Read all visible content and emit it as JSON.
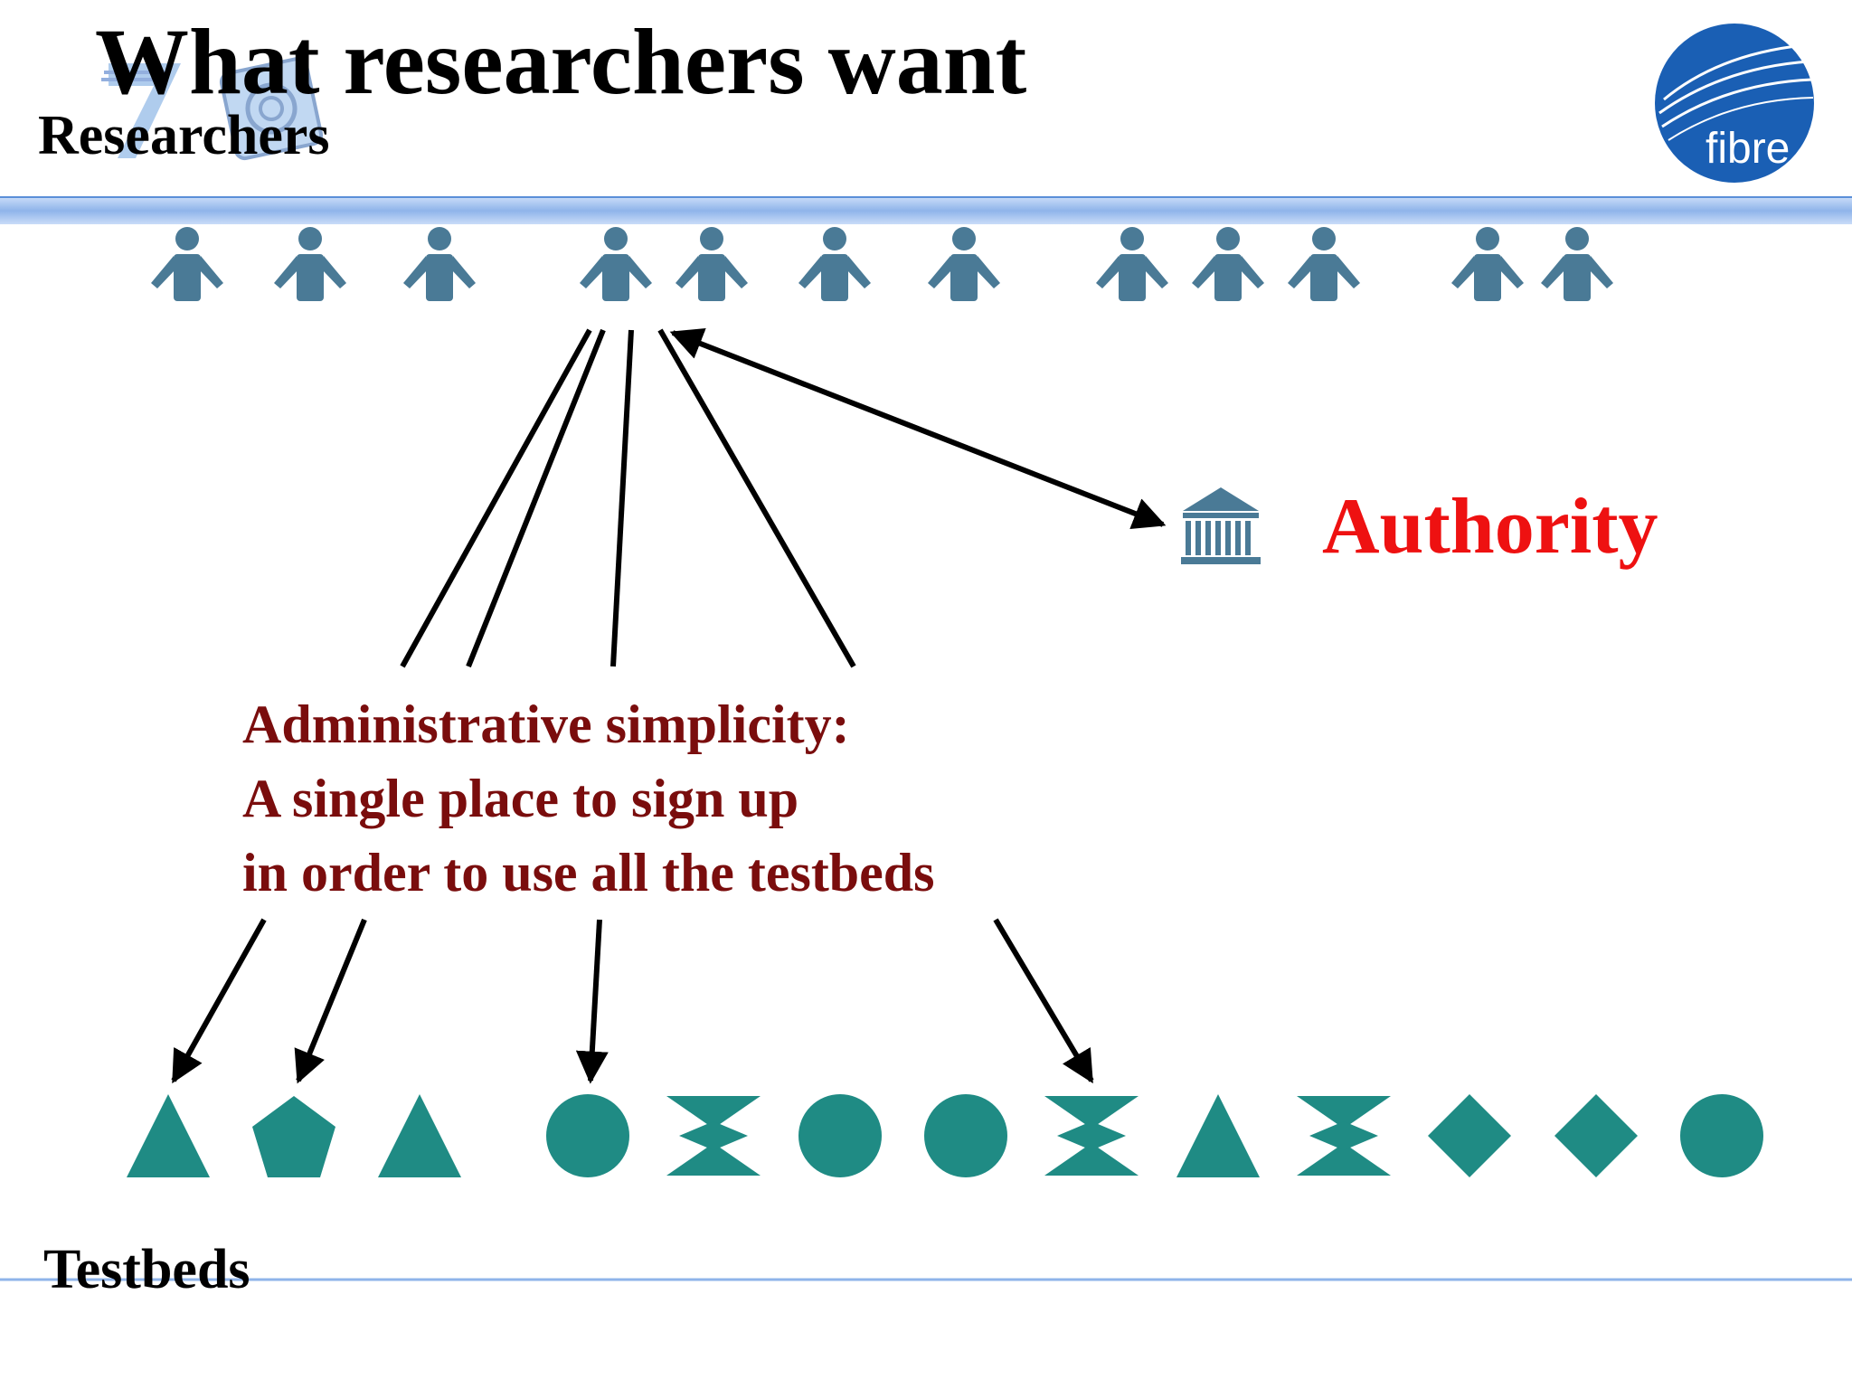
{
  "slide": {
    "title": "What researchers want",
    "researchers_label": "Researchers",
    "testbeds_label": "Testbeds",
    "authority_label": "Authority",
    "callout_lines": [
      "Administrative simplicity:",
      "A single place to sign up",
      "in order to use all the testbeds"
    ],
    "logo_text": "fibre"
  },
  "colors": {
    "person": "#4a7a96",
    "testbed": "#1f8b84",
    "authority_text": "#ee1111",
    "callout_text": "#7a0d0d",
    "header_band": "#a9c6f0",
    "logo_blue": "#1a5fb4"
  },
  "icons": {
    "researcher": "person-icon",
    "authority": "building-icon",
    "logo": "fibre-logo",
    "watermark": "project-logo-watermark"
  },
  "testbeds": [
    "triangle",
    "pentagon",
    "triangle",
    "circle",
    "hourglass",
    "circle",
    "circle",
    "hourglass",
    "triangle",
    "hourglass",
    "diamond",
    "diamond",
    "circle"
  ]
}
